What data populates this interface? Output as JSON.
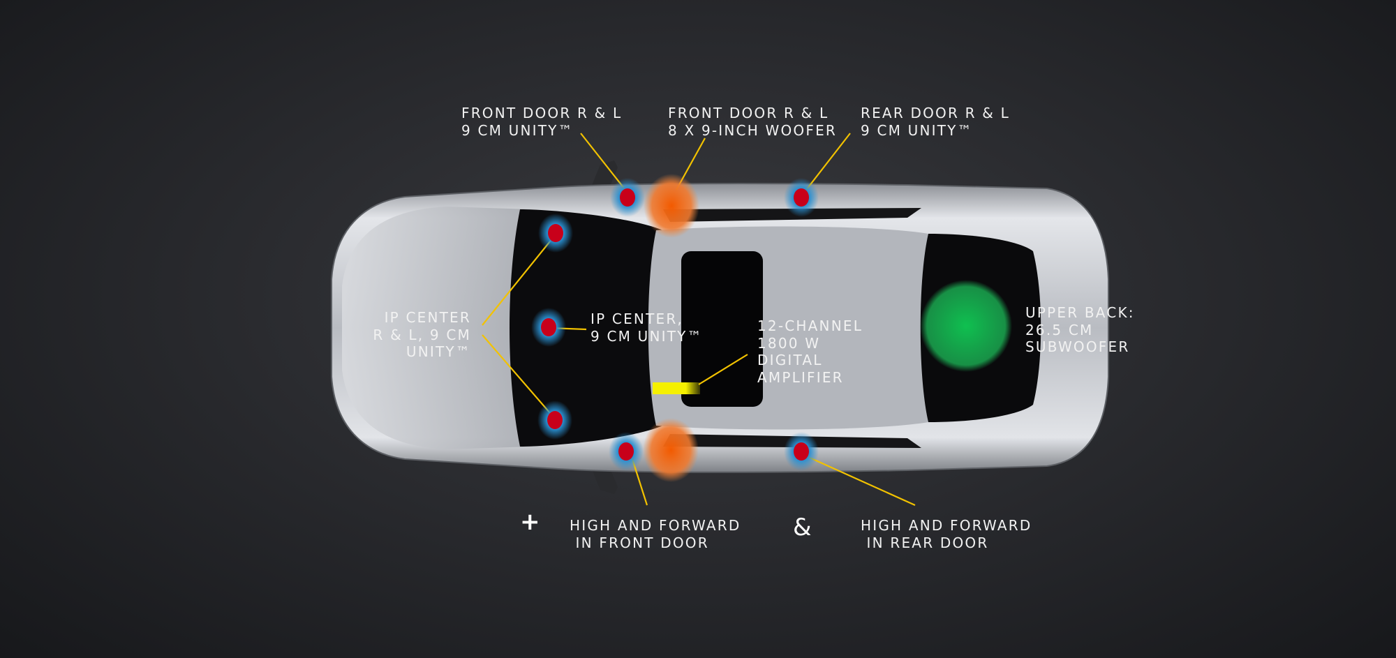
{
  "labels": {
    "front_door_unity": {
      "line1": "FRONT DOOR R & L",
      "line2": "9 CM UNITY™"
    },
    "front_door_woofer": {
      "line1": "FRONT DOOR R & L",
      "line2": "8 X 9-INCH WOOFER"
    },
    "rear_door_unity": {
      "line1": "REAR DOOR R & L",
      "line2": "9 CM UNITY™"
    },
    "ip_center_rl": {
      "line1": "IP CENTER",
      "line2": "R & L, 9 CM",
      "line3": "UNITY™"
    },
    "ip_center": {
      "line1": "IP CENTER,",
      "line2": "9 CM UNITY™"
    },
    "amplifier": {
      "line1": "12-CHANNEL",
      "line2": "1800 W",
      "line3": "DIGITAL",
      "line4": "AMPLIFIER"
    },
    "subwoofer": {
      "line1": "UPPER BACK:",
      "line2": "26.5 CM",
      "line3": "SUBWOOFER"
    },
    "front_door_tweeter": {
      "symbol": "+",
      "line1": "HIGH AND FORWARD",
      "line2": " IN FRONT DOOR"
    },
    "rear_door_tweeter": {
      "symbol": "&",
      "line1": "HIGH AND FORWARD",
      "line2": " IN REAR DOOR"
    }
  },
  "colors": {
    "leader_line": "#f2c200",
    "unity_speaker_core": "#c8001a",
    "unity_speaker_halo": "#2a8fd0",
    "woofer": "#f06a10",
    "subwoofer": "#11b04a",
    "amplifier": "#f5f000"
  }
}
